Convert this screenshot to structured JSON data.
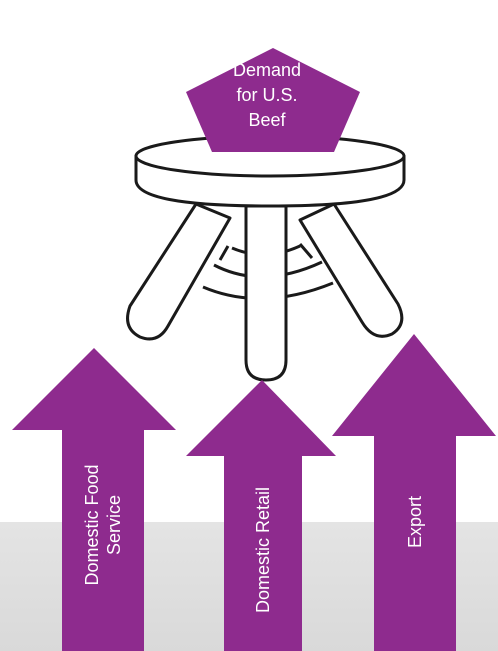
{
  "demand_node": {
    "lines": [
      "Demand",
      "for U.S.",
      "Beef"
    ],
    "color": "#8e2b8e"
  },
  "arrows": [
    {
      "lines": [
        "Domestic Food",
        "Service"
      ],
      "color": "#8e2b8e"
    },
    {
      "lines": [
        "Domestic Retail"
      ],
      "color": "#8e2b8e"
    },
    {
      "lines": [
        "Export"
      ],
      "color": "#8e2b8e"
    }
  ],
  "stool_icon": "three-legged-stool-icon"
}
